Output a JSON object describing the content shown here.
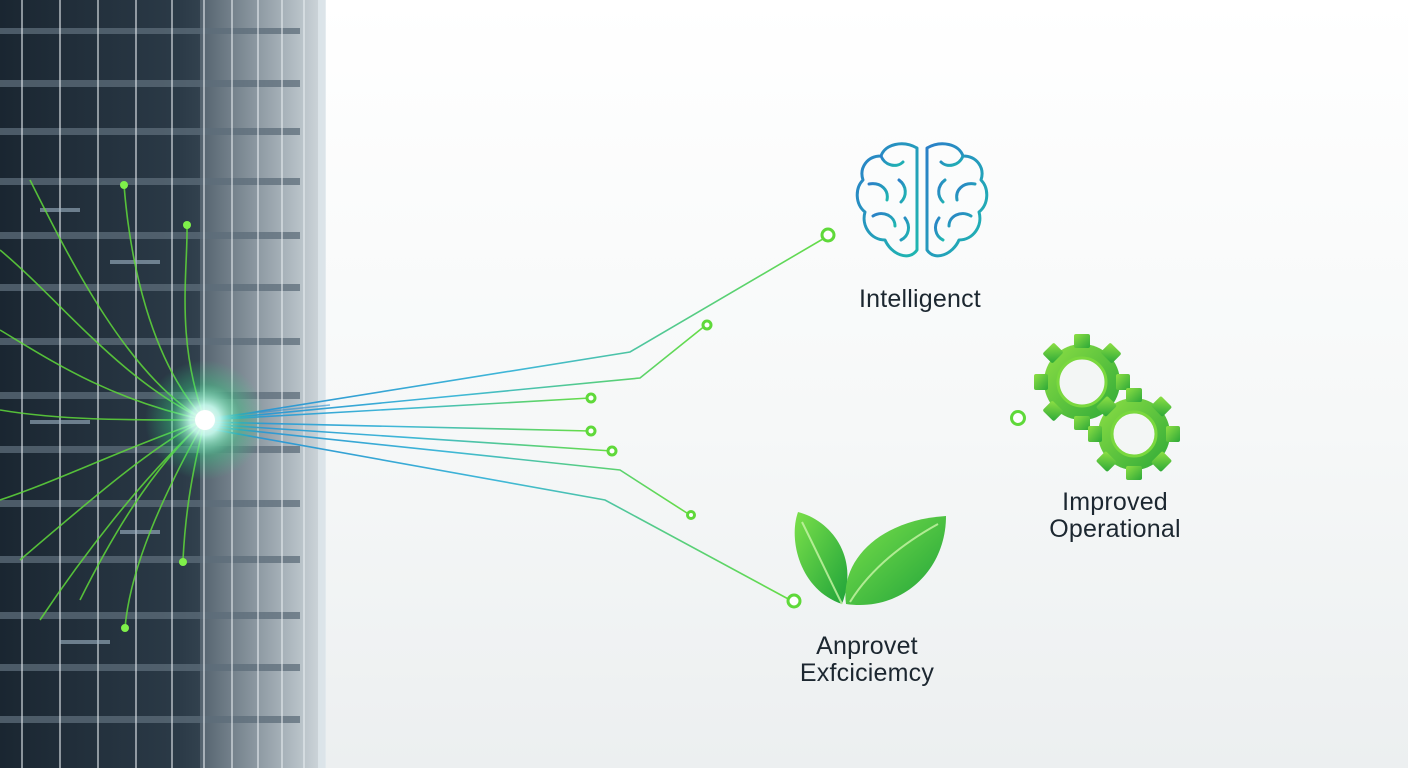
{
  "labels": {
    "intelligence": "Intelligenct",
    "operational_line1": "Improved",
    "operational_line2": "Operational",
    "efficiency_line1": "Anprovet",
    "efficiency_line2": "Exfciciemcy"
  },
  "icons": {
    "brain": "brain-icon",
    "gears": "gears-icon",
    "leaf": "leaf-icon"
  },
  "colors": {
    "accent_green": "#5fd93a",
    "accent_blue": "#2a8fd0",
    "building_dark": "#1d2a36",
    "text": "#1c2730"
  }
}
